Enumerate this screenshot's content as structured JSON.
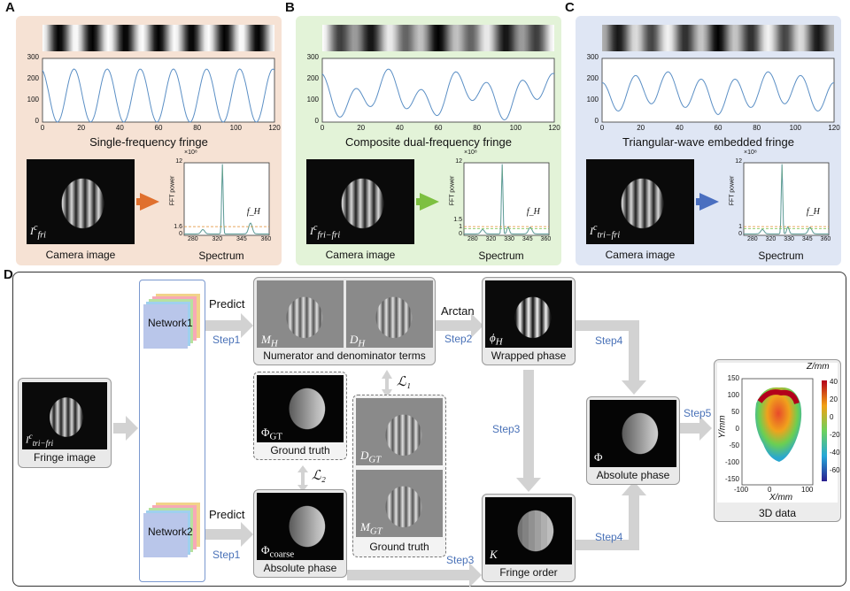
{
  "panels": [
    {
      "letter": "A",
      "title": "Single-frequency fringe",
      "camera": "Camera image",
      "spectrum": "Spectrum",
      "sub": "fri",
      "color": "#f6e2d4",
      "arrow": "#e0702e",
      "yticks": [
        "0",
        "100",
        "200",
        "300"
      ],
      "xticks": [
        "0",
        "20",
        "40",
        "60",
        "80",
        "100",
        "120"
      ],
      "spec_y": [
        "0",
        "1.6",
        "12"
      ],
      "spec_x": [
        "280",
        "320",
        "345",
        "360"
      ],
      "peak": "f_H"
    },
    {
      "letter": "B",
      "title": "Composite dual-frequency fringe",
      "camera": "Camera image",
      "spectrum": "Spectrum",
      "sub": "fri−fri",
      "color": "#e3f3d8",
      "arrow": "#7dc041",
      "yticks": [
        "0",
        "100",
        "200",
        "300"
      ],
      "xticks": [
        "0",
        "20",
        "40",
        "60",
        "80",
        "100",
        "120"
      ],
      "spec_y": [
        "0",
        "1",
        "1.5",
        "12"
      ],
      "spec_x": [
        "280",
        "320",
        "330",
        "345",
        "360"
      ],
      "peak": "f_H"
    },
    {
      "letter": "C",
      "title": "Triangular-wave embedded fringe",
      "camera": "Camera image",
      "spectrum": "Spectrum",
      "sub": "tri−fri",
      "color": "#dfe6f4",
      "arrow": "#4a6fc0",
      "yticks": [
        "0",
        "100",
        "200",
        "300"
      ],
      "xticks": [
        "0",
        "20",
        "40",
        "60",
        "80",
        "100",
        "120"
      ],
      "spec_y": [
        "0",
        "1",
        "12"
      ],
      "spec_x": [
        "280",
        "320",
        "330",
        "345",
        "360"
      ],
      "peak": "f_H"
    }
  ],
  "spec_axis_label": "FFT power",
  "spec_scale": "×10⁸",
  "panel_d": {
    "letter": "D",
    "fringe_image": "Fringe image",
    "network1": "Network1",
    "network2": "Network2",
    "predict": "Predict",
    "step1": "Step1",
    "step2": "Step2",
    "step3": "Step3",
    "step4": "Step4",
    "step5": "Step5",
    "arctan": "Arctan",
    "numden": "Numerator and denominator terms",
    "wrapped": "Wrapped phase",
    "ground_truth": "Ground truth",
    "absolute_phase": "Absolute phase",
    "fringe_order": "Fringe order",
    "data3d": "3D data",
    "loss1": "ℒ₁",
    "loss2": "ℒ₂",
    "z_label": "Z/mm",
    "y_label": "Y/mm",
    "x_label": "X/mm",
    "z_ticks": [
      "40",
      "20",
      "0",
      "-20",
      "-40",
      "-60"
    ],
    "y_ticks": [
      "150",
      "100",
      "50",
      "0",
      "-50",
      "-100",
      "-150"
    ],
    "x_ticks": [
      "-100",
      "0",
      "100"
    ]
  },
  "colors": {
    "arrow_gray": "#cfcfcf",
    "step_blue": "#4a72b8"
  }
}
